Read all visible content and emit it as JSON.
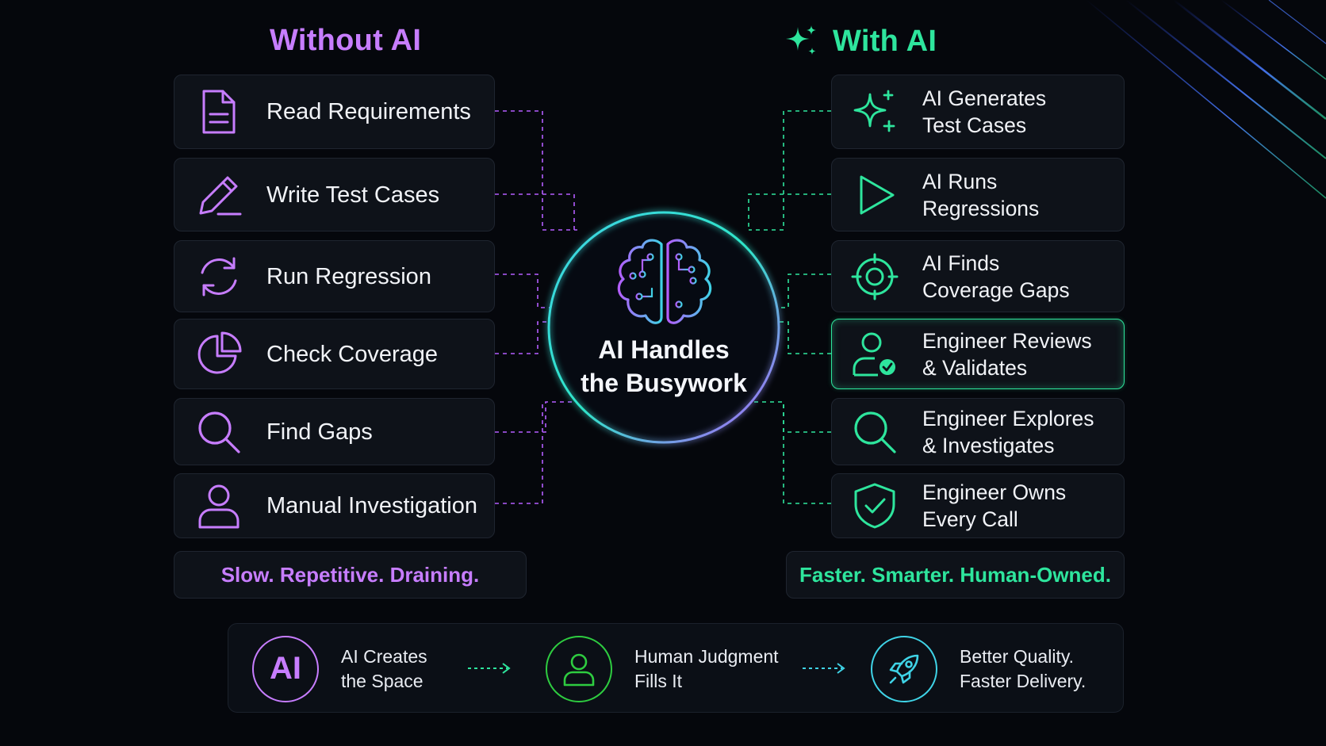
{
  "without": {
    "title": "Without AI",
    "items": [
      {
        "label": "Read Requirements",
        "icon": "document-icon"
      },
      {
        "label": "Write Test Cases",
        "icon": "pencil-icon"
      },
      {
        "label": "Run Regression",
        "icon": "refresh-icon"
      },
      {
        "label": "Check Coverage",
        "icon": "pie-chart-icon"
      },
      {
        "label": "Find Gaps",
        "icon": "magnifier-icon"
      },
      {
        "label": "Manual Investigation",
        "icon": "person-icon"
      }
    ],
    "tagline": "Slow. Repetitive. Draining."
  },
  "with": {
    "title": "With AI",
    "items": [
      {
        "label": "AI Generates\nTest Cases",
        "icon": "sparkle-icon"
      },
      {
        "label": "AI Runs\nRegressions",
        "icon": "play-icon"
      },
      {
        "label": "AI Finds\nCoverage Gaps",
        "icon": "target-icon"
      },
      {
        "label": "Engineer Reviews\n& Validates",
        "icon": "engineer-review-icon"
      },
      {
        "label": "Engineer Explores\n& Investigates",
        "icon": "magnifier-icon"
      },
      {
        "label": "Engineer Owns\nEvery Call",
        "icon": "shield-check-icon"
      }
    ],
    "tagline": "Faster. Smarter. Human-Owned."
  },
  "hub": {
    "text": "AI Handles\nthe Busywork",
    "icon": "brain-circuit-icon"
  },
  "footer": {
    "steps": [
      {
        "badge": "AI",
        "text": "AI Creates\nthe Space"
      },
      {
        "text": "Human Judgment\nFills It",
        "icon": "person-icon"
      },
      {
        "text": "Better Quality.\nFaster Delivery.",
        "icon": "rocket-icon"
      }
    ]
  },
  "colors": {
    "purple": "#c77dff",
    "green": "#2ee59d",
    "cyan": "#3fd3e6",
    "background": "#05070c"
  }
}
